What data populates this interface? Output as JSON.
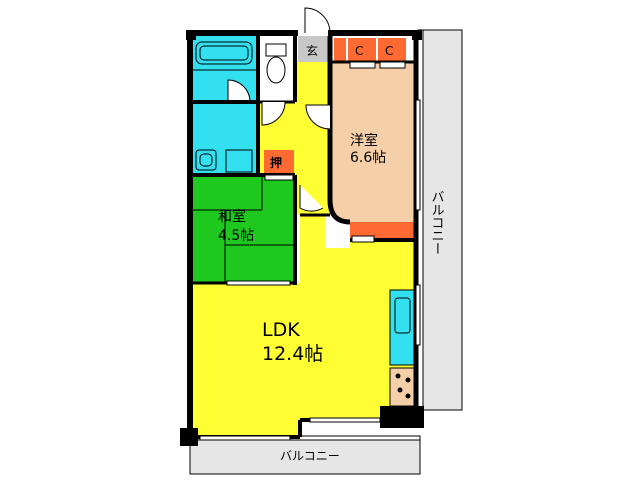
{
  "rooms": {
    "western_room": {
      "name": "洋室",
      "size": "6.6帖"
    },
    "japanese_room": {
      "name": "和室",
      "size": "4.5帖"
    },
    "ldk": {
      "name": "LDK",
      "size": "12.4帖"
    },
    "entrance": {
      "name": "玄"
    },
    "closet": {
      "name": "押"
    },
    "closet_c1": {
      "name": "C"
    },
    "closet_c2": {
      "name": "C"
    }
  },
  "balconies": {
    "right": "バルコニー",
    "bottom": "バルコニー"
  },
  "colors": {
    "ldk": "#ffff33",
    "western_room": "#f5cfa8",
    "japanese_room": "#1ec81e",
    "wet_area": "#33e0f0",
    "closet": "#ff6a33",
    "balcony": "#e6e6e6",
    "entrance": "#c8c8c8",
    "wall": "#000000"
  }
}
